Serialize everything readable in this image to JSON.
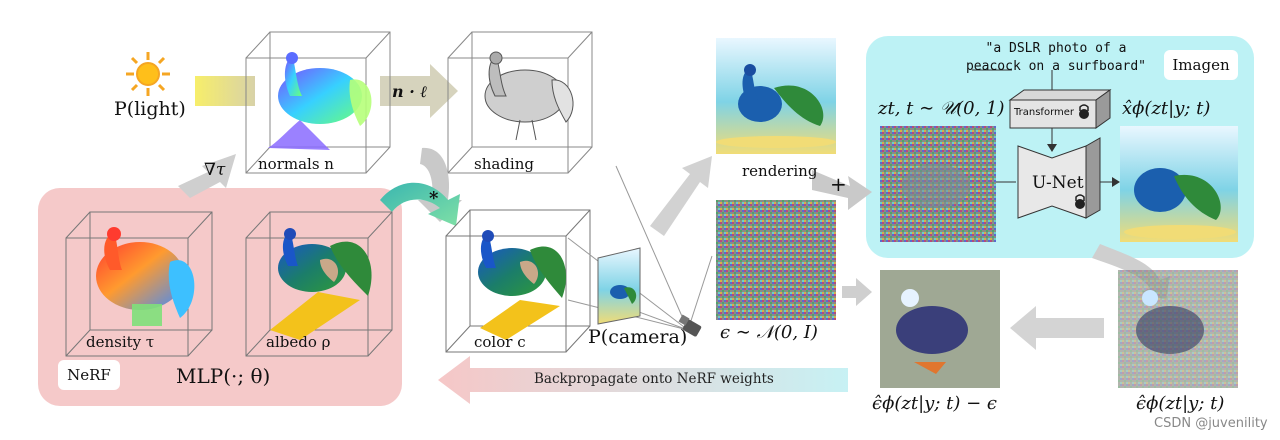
{
  "light": {
    "label": "P(light)",
    "icon": "sun-icon"
  },
  "gradient_label": "∇τ",
  "normals": {
    "label": "normals n"
  },
  "dot_label": "n · ℓ",
  "shading": {
    "label": "shading"
  },
  "combine_symbol": "*",
  "nerf": {
    "tag": "NeRF",
    "mlp": "MLP(·; θ)",
    "density": "density τ",
    "albedo": "albedo ρ"
  },
  "color": {
    "label": "color c"
  },
  "camera": {
    "label": "P(camera)",
    "icon": "camera-icon"
  },
  "rendering": {
    "label": "rendering"
  },
  "plus_symbol": "+",
  "noise": {
    "label": "ϵ ∼ 𝒩(0, I)"
  },
  "imagen": {
    "tag": "Imagen",
    "prompt_line1": "\"a DSLR photo of a",
    "prompt_line2": "peacock on a surfboard\"",
    "z_label": "zt, t ∼ 𝒰(0, 1)",
    "transformer": "Transformer",
    "unet": "U-Net",
    "xhat": "x̂ϕ(zt|y; t)"
  },
  "eps_hat": "ϵ̂ϕ(zt|y; t)",
  "eps_diff": "ϵ̂ϕ(zt|y; t) − ϵ",
  "backprop": "Backpropagate onto NeRF weights",
  "watermark": "CSDN @juvenility",
  "colors": {
    "nerf_bg": "#f5c9c9",
    "imagen_bg": "#bdf2f5",
    "arrow_gray": "#cfcfcf",
    "teal": "#3ab6b0"
  }
}
